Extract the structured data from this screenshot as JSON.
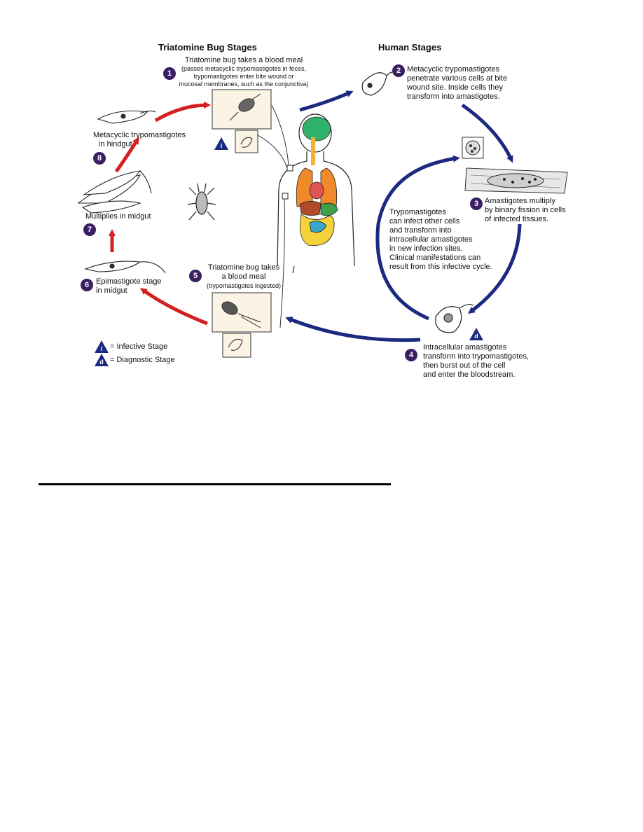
{
  "headers": {
    "bug": "Triatomine Bug Stages",
    "human": "Human Stages"
  },
  "steps": [
    {
      "num": "1",
      "text": "Triatomine bug takes a blood meal",
      "sub": [
        "(passes metacyclic trypomastigotes in feces,",
        "trypomastigotes enter bite wound or",
        "mucosal membranes, such as the conjunctiva)"
      ]
    },
    {
      "num": "2",
      "text": [
        "Metacyclic trypomastigotes",
        "penetrate various cells at bite",
        "wound site.  Inside cells they",
        "transform into amastigotes."
      ]
    },
    {
      "num": "3",
      "text": [
        "Amastigotes multiply",
        "by binary fission in cells",
        "of infected tissues."
      ]
    },
    {
      "num": "4",
      "text": [
        "Intracellular amastigotes",
        "transform into trypomastigotes,",
        "then burst out of the cell",
        "and enter the bloodstream."
      ]
    },
    {
      "num": "5",
      "text": [
        "Triatomine bug takes",
        "a blood meal"
      ],
      "sub": "(trypomastigotes ingested)"
    },
    {
      "num": "6",
      "text": [
        "Epimastigote stage",
        "in midgut"
      ]
    },
    {
      "num": "7",
      "text": "Multiplies in midgut"
    },
    {
      "num": "8",
      "text": [
        "Metacyclic trypomastigotes",
        "in hindgut"
      ]
    }
  ],
  "center_note": [
    "Trypomastigotes",
    "can infect other cells",
    "and transform into",
    "intracellular amastigotes",
    "in new infection sites.",
    "Clinical manifestations can",
    "result from this infective cycle."
  ],
  "legend": {
    "infective": {
      "letter": "i",
      "text": "= Infective Stage"
    },
    "diagnostic": {
      "letter": "d",
      "text": "= Diagnostic Stage"
    }
  },
  "colors": {
    "human_arrow": "#1b2a80",
    "bug_arrow": "#d42020",
    "badge": "#3a1f63",
    "stage_marker": "#1b2a80"
  }
}
